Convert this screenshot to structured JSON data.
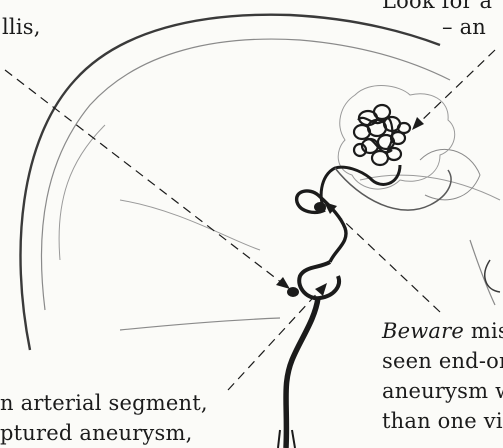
{
  "labels": {
    "top_left": "llis,",
    "top_right_line1": "Look for a",
    "top_right_line2": "– an",
    "bottom_right_line1_em": "Beware",
    "bottom_right_line1_rest": " mis",
    "bottom_right_line2": "seen end-on",
    "bottom_right_line3": "aneurysm w",
    "bottom_right_line4": "than one vi",
    "bottom_left_line1": "n arterial segment,",
    "bottom_left_line2": "ptured aneurysm,"
  },
  "colors": {
    "ink": "#1b1b1b",
    "paper": "#fbfbf8",
    "brain_outline": "#8a8a8a"
  },
  "icons": {
    "malformation": "tangled-vessel-nidus",
    "pointer_lines": "dashed-arrow"
  }
}
